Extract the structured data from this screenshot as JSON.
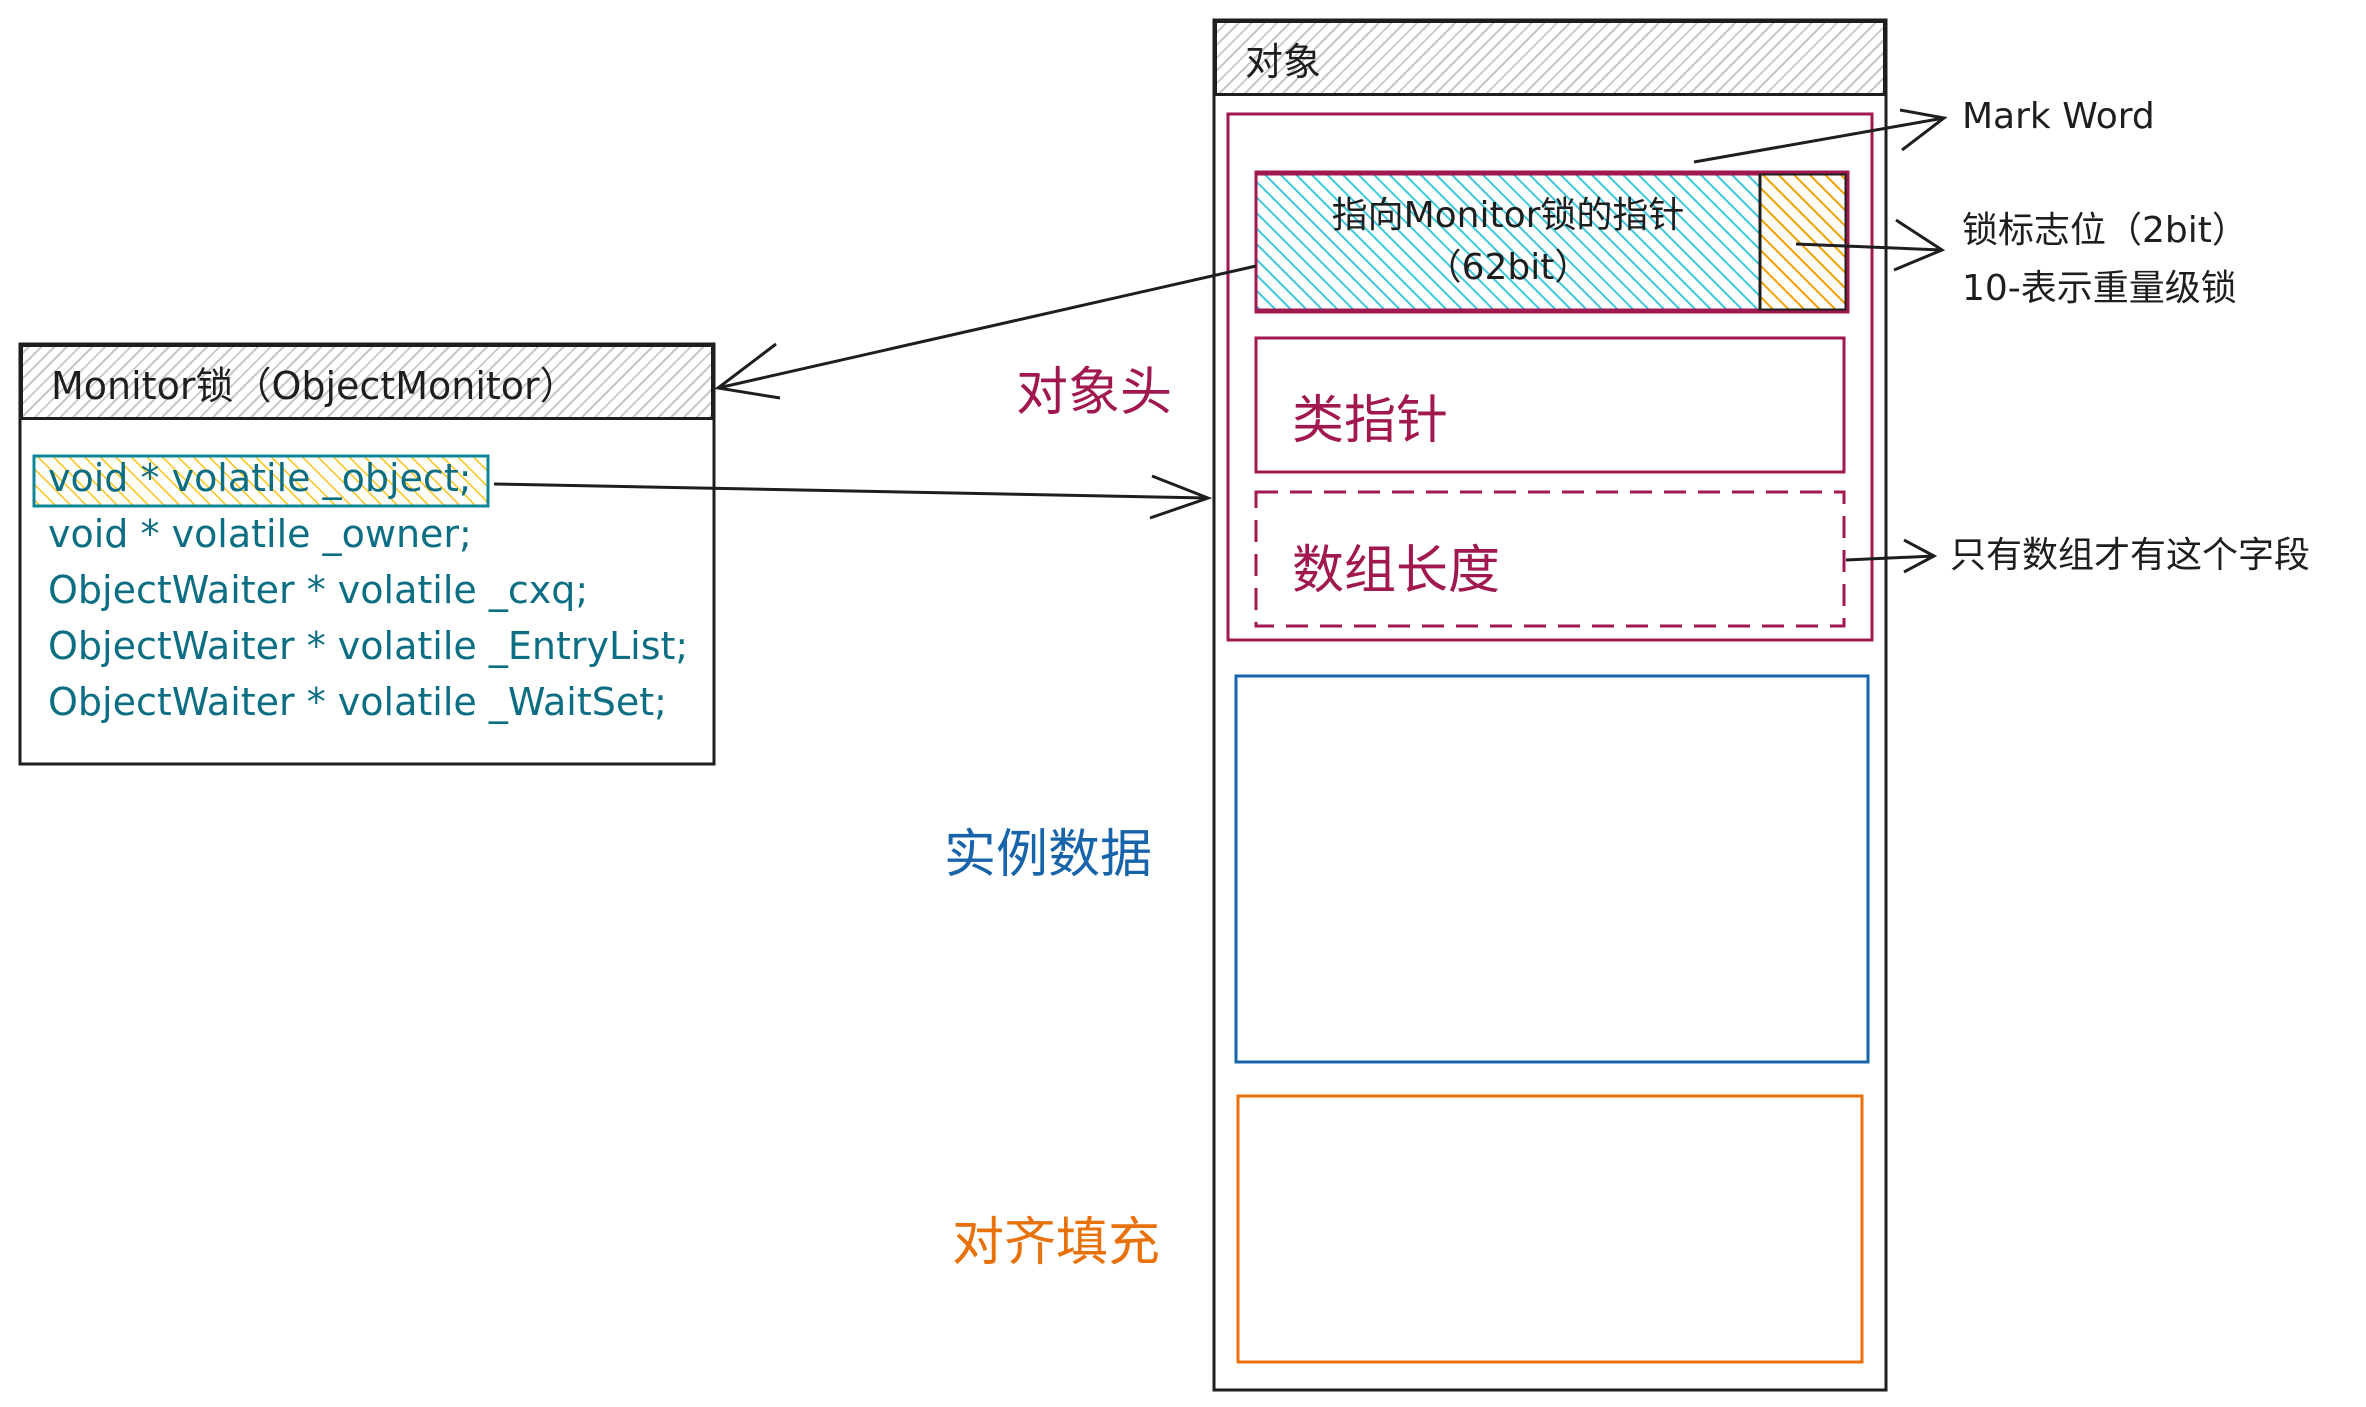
{
  "object": {
    "title": "对象",
    "header_label": "对象头",
    "instance_label": "实例数据",
    "padding_label": "对齐填充",
    "mark_word": {
      "pointer_line1": "指向Monitor锁的指针",
      "pointer_line2": "（62bit）"
    },
    "class_pointer": "类指针",
    "array_length": "数组长度"
  },
  "annotations": {
    "mark_word": "Mark Word",
    "lock_flag_line1": "锁标志位（2bit）",
    "lock_flag_line2": "10-表示重量级锁",
    "array_only": "只有数组才有这个字段"
  },
  "monitor": {
    "title": "Monitor锁（ObjectMonitor）",
    "fields": [
      "void * volatile _object;",
      "void * volatile _owner;",
      "ObjectWaiter * volatile _cxq;",
      "ObjectWaiter * volatile _EntryList;",
      "ObjectWaiter * volatile _WaitSet;"
    ]
  },
  "colors": {
    "stroke": "#1e1e1e",
    "header": "#a0184f",
    "instance": "#1864ab",
    "padding": "#e8710a",
    "teal": "#0c8599",
    "hatch_teal": "#3bc9db",
    "hatch_orange": "#f59f00",
    "code_text": "#0c6e83"
  }
}
